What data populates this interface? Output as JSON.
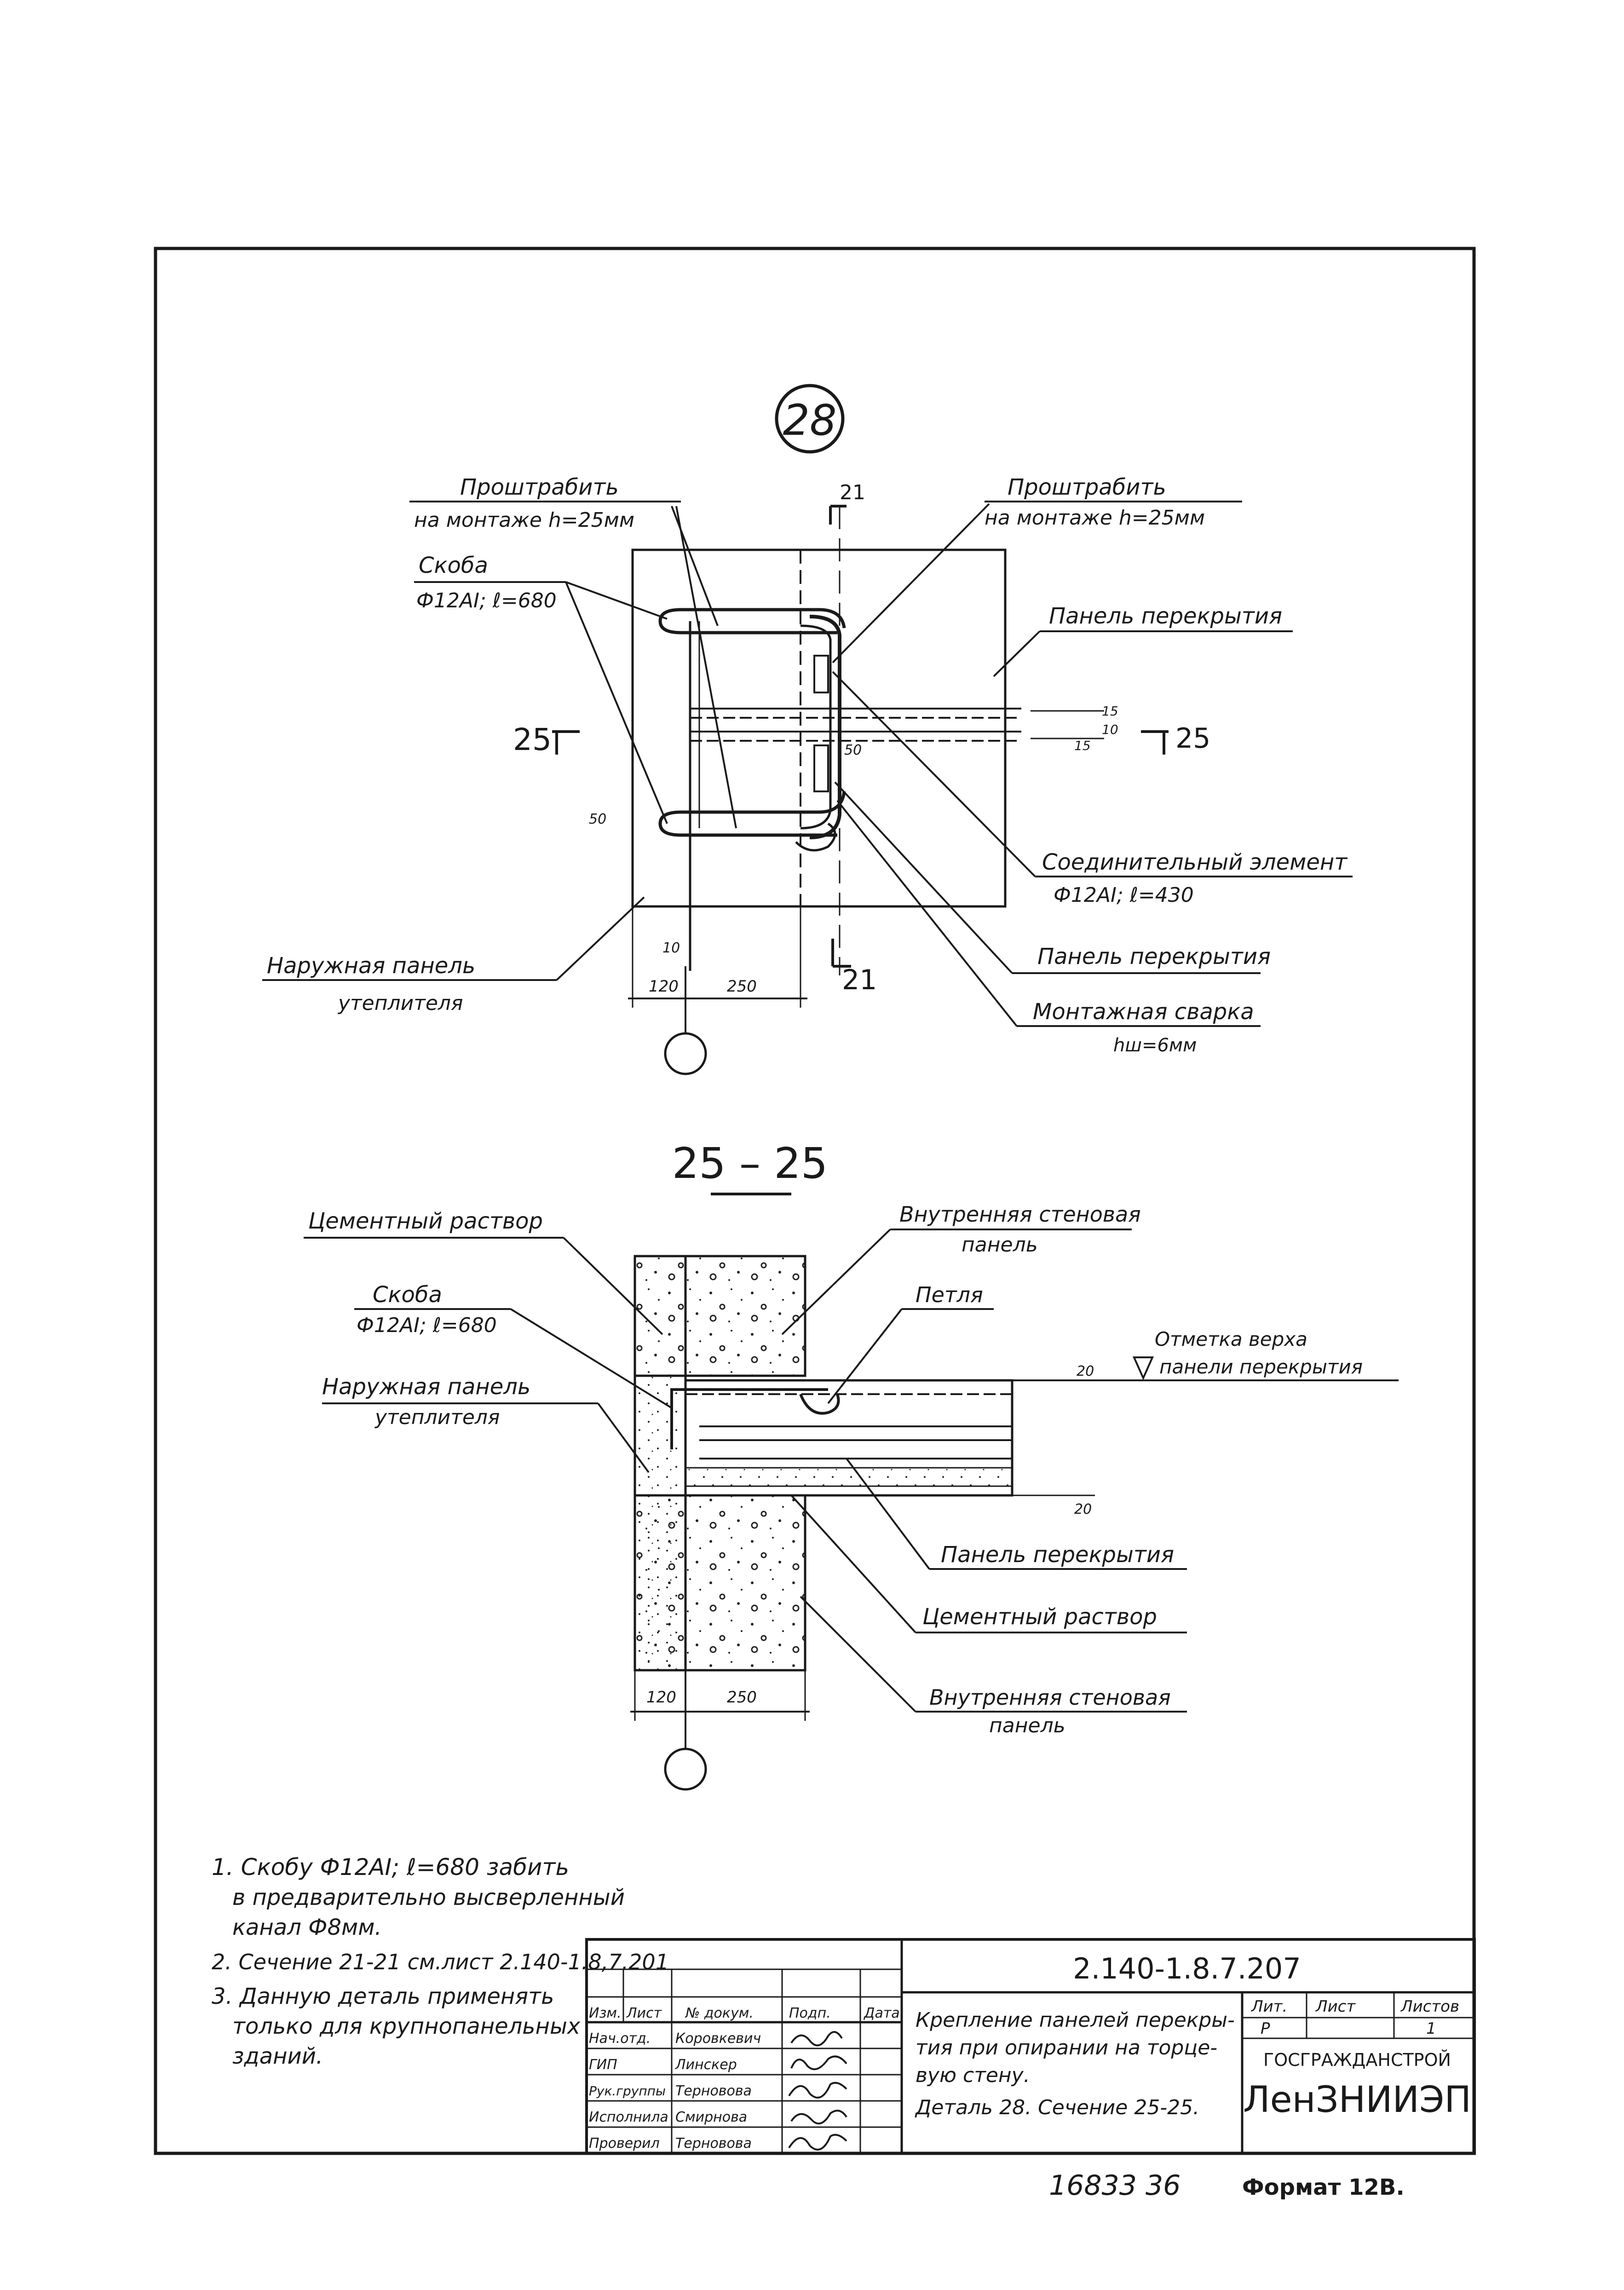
{
  "detail": {
    "marker": "28",
    "labels": {
      "proshtrabit_left_1": "Проштрабить",
      "proshtrabit_left_2": "на монтаже h=25мм",
      "proshtrabit_right_1": "Проштрабить",
      "proshtrabit_right_2": "на монтаже h=25мм",
      "skoba_1": "Скоба",
      "skoba_2": "Ф12АI; ℓ=680",
      "panel_top": "Панель перекрытия",
      "connector_1": "Соединительный элемент",
      "connector_2": "Ф12АI; ℓ=430",
      "panel_bottom": "Панель перекрытия",
      "weld_1": "Монтажная сварка",
      "weld_2": "hш=6мм",
      "outer_1": "Наружная панель",
      "outer_2": "утеплителя"
    },
    "section_left": "25",
    "section_right": "25",
    "section_top": "21",
    "section_bottom": "21",
    "dims": {
      "d120": "120",
      "d250": "250",
      "d10": "10",
      "d50a": "50",
      "d50b": "50",
      "d15a": "15",
      "d15b": "15",
      "d10b": "10"
    }
  },
  "section": {
    "title": "25 – 25",
    "labels": {
      "mortar_top": "Цементный раствор",
      "inner_1": "Внутренняя стеновая",
      "inner_2": "панель",
      "skoba_1": "Скоба",
      "skoba_2": "Ф12АI; ℓ=680",
      "loop": "Петля",
      "mark_1": "Отметка верха",
      "mark_2": "панели перекрытия",
      "outer_1": "Наружная панель",
      "outer_2": "утеплителя",
      "panel": "Панель перекрытия",
      "mortar_bottom": "Цементный раствор",
      "inner_b1": "Внутренняя стеновая",
      "inner_b2": "панель"
    },
    "dims": {
      "d20a": "20",
      "d20b": "20",
      "d120": "120",
      "d250": "250"
    }
  },
  "notes": [
    "1. Скобу Ф12АI; ℓ=680 забить",
    "в предварительно высверленный",
    "канал Ф8мм.",
    "2. Сечение 21-21 см.лист 2.140-1.8,7.201",
    "3. Данную деталь применять",
    "только для крупнопанельных",
    "зданий."
  ],
  "title_block": {
    "code": "2.140-1.8.7.207",
    "headers": [
      "Изм.",
      "Лист",
      "№ докум.",
      "Подп.",
      "Дата"
    ],
    "rows": [
      {
        "role": "Нач.отд.",
        "name": "Коровкевич"
      },
      {
        "role": "ГИП",
        "name": "Линскер"
      },
      {
        "role": "Рук.группы",
        "name": "Терновова"
      },
      {
        "role": "Исполнила",
        "name": "Смирнова"
      },
      {
        "role": "Проверил",
        "name": "Терновова"
      }
    ],
    "description": [
      "Крепление панелей перекры-",
      "тия при опирании на торце-",
      "вую стену.",
      "Деталь 28. Сечение 25-25."
    ],
    "stage_header": "Лит.",
    "sheet_header": "Лист",
    "sheets_header": "Листов",
    "stage": "Р",
    "sheet": "1",
    "org1": "ГОСГРАЖДАНСТРОЙ",
    "org2": "ЛенЗНИИЭП"
  },
  "footer": {
    "number": "16833  36",
    "format": "Формат 12В."
  }
}
